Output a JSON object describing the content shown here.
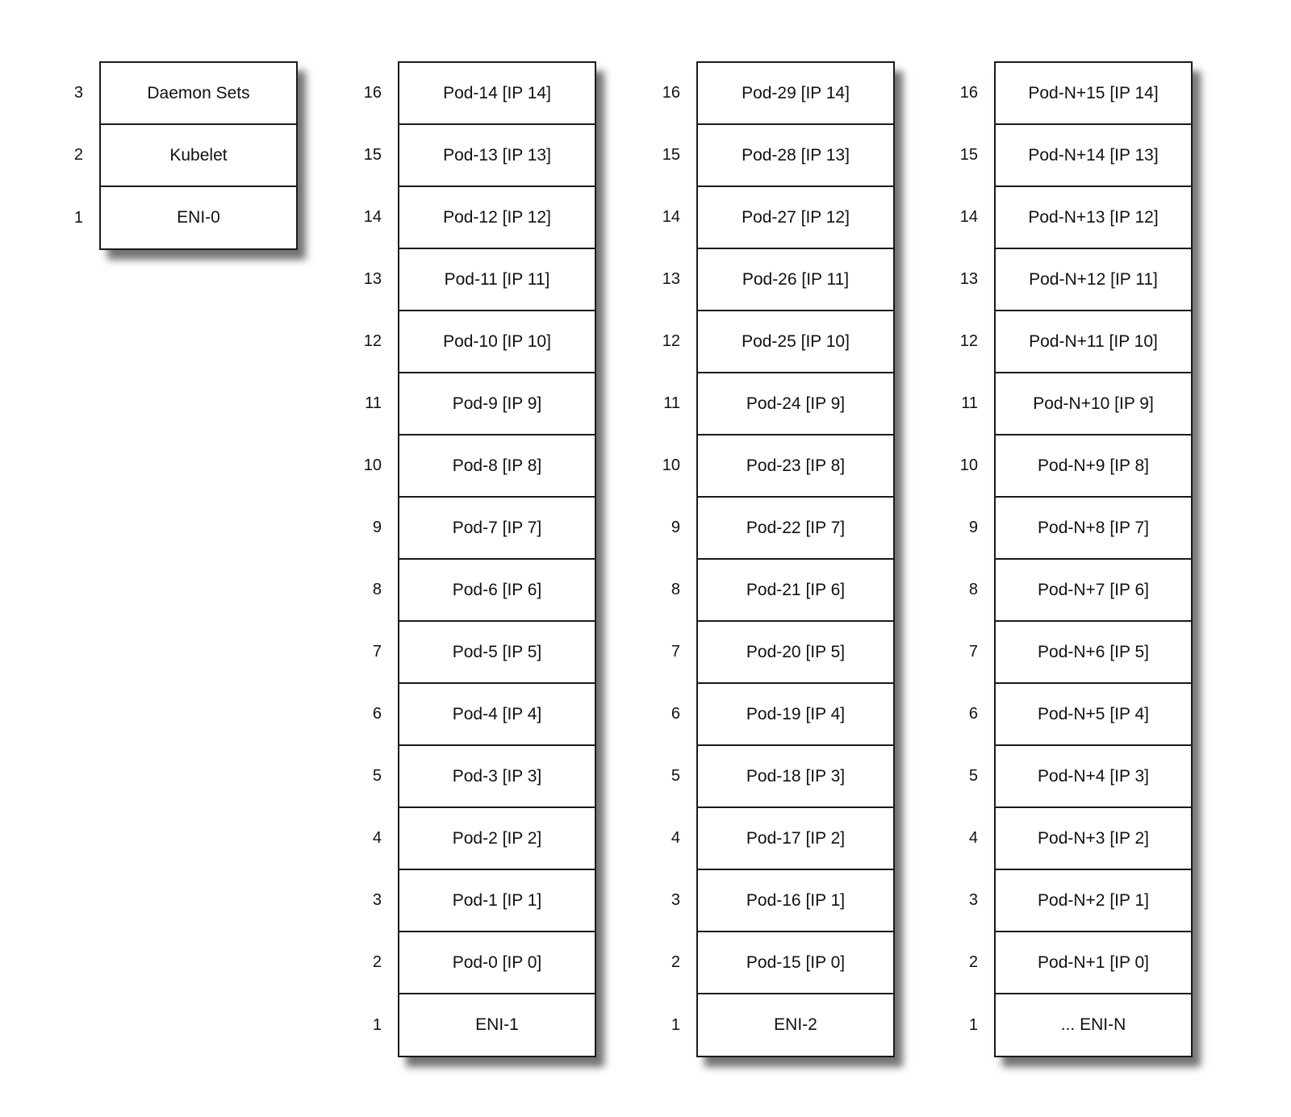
{
  "stacks": [
    {
      "name": "eni-0",
      "cells": [
        {
          "num": "3",
          "label": "Daemon Sets"
        },
        {
          "num": "2",
          "label": "Kubelet"
        },
        {
          "num": "1",
          "label": "ENI-0"
        }
      ]
    },
    {
      "name": "eni-1",
      "cells": [
        {
          "num": "16",
          "label": "Pod-14 [IP 14]"
        },
        {
          "num": "15",
          "label": "Pod-13 [IP 13]"
        },
        {
          "num": "14",
          "label": "Pod-12 [IP 12]"
        },
        {
          "num": "13",
          "label": "Pod-11 [IP 11]"
        },
        {
          "num": "12",
          "label": "Pod-10 [IP 10]"
        },
        {
          "num": "11",
          "label": "Pod-9 [IP 9]"
        },
        {
          "num": "10",
          "label": "Pod-8 [IP 8]"
        },
        {
          "num": "9",
          "label": "Pod-7 [IP 7]"
        },
        {
          "num": "8",
          "label": "Pod-6 [IP 6]"
        },
        {
          "num": "7",
          "label": "Pod-5 [IP 5]"
        },
        {
          "num": "6",
          "label": "Pod-4 [IP 4]"
        },
        {
          "num": "5",
          "label": "Pod-3 [IP 3]"
        },
        {
          "num": "4",
          "label": "Pod-2 [IP 2]"
        },
        {
          "num": "3",
          "label": "Pod-1 [IP 1]"
        },
        {
          "num": "2",
          "label": "Pod-0 [IP 0]"
        },
        {
          "num": "1",
          "label": "ENI-1"
        }
      ]
    },
    {
      "name": "eni-2",
      "cells": [
        {
          "num": "16",
          "label": "Pod-29 [IP 14]"
        },
        {
          "num": "15",
          "label": "Pod-28 [IP 13]"
        },
        {
          "num": "14",
          "label": "Pod-27 [IP 12]"
        },
        {
          "num": "13",
          "label": "Pod-26 [IP 11]"
        },
        {
          "num": "12",
          "label": "Pod-25 [IP 10]"
        },
        {
          "num": "11",
          "label": "Pod-24 [IP 9]"
        },
        {
          "num": "10",
          "label": "Pod-23 [IP 8]"
        },
        {
          "num": "9",
          "label": "Pod-22 [IP 7]"
        },
        {
          "num": "8",
          "label": "Pod-21 [IP 6]"
        },
        {
          "num": "7",
          "label": "Pod-20 [IP 5]"
        },
        {
          "num": "6",
          "label": "Pod-19 [IP 4]"
        },
        {
          "num": "5",
          "label": "Pod-18 [IP 3]"
        },
        {
          "num": "4",
          "label": "Pod-17 [IP 2]"
        },
        {
          "num": "3",
          "label": "Pod-16 [IP 1]"
        },
        {
          "num": "2",
          "label": "Pod-15 [IP 0]"
        },
        {
          "num": "1",
          "label": "ENI-2"
        }
      ]
    },
    {
      "name": "eni-n",
      "cells": [
        {
          "num": "16",
          "label": "Pod-N+15 [IP 14]"
        },
        {
          "num": "15",
          "label": "Pod-N+14 [IP 13]"
        },
        {
          "num": "14",
          "label": "Pod-N+13 [IP 12]"
        },
        {
          "num": "13",
          "label": "Pod-N+12 [IP 11]"
        },
        {
          "num": "12",
          "label": "Pod-N+11 [IP 10]"
        },
        {
          "num": "11",
          "label": "Pod-N+10 [IP 9]"
        },
        {
          "num": "10",
          "label": "Pod-N+9 [IP 8]"
        },
        {
          "num": "9",
          "label": "Pod-N+8 [IP 7]"
        },
        {
          "num": "8",
          "label": "Pod-N+7 [IP 6]"
        },
        {
          "num": "7",
          "label": "Pod-N+6 [IP 5]"
        },
        {
          "num": "6",
          "label": "Pod-N+5 [IP 4]"
        },
        {
          "num": "5",
          "label": "Pod-N+4 [IP 3]"
        },
        {
          "num": "4",
          "label": "Pod-N+3 [IP 2]"
        },
        {
          "num": "3",
          "label": "Pod-N+2 [IP 1]"
        },
        {
          "num": "2",
          "label": "Pod-N+1 [IP 0]"
        },
        {
          "num": "1",
          "label": "... ENI-N"
        }
      ]
    }
  ]
}
